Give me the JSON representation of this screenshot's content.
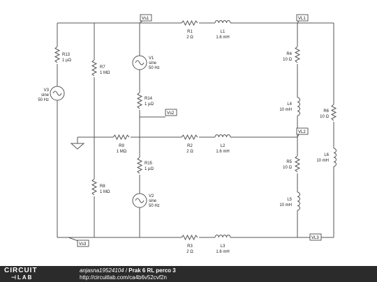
{
  "circuit": {
    "tags": [
      "Vs1",
      "Vs2",
      "Vs3",
      "VL1",
      "VL2",
      "VL3"
    ],
    "components": {
      "R1": {
        "name": "R1",
        "value": "2 Ω"
      },
      "L1": {
        "name": "L1",
        "value": "1.6 mH"
      },
      "R2": {
        "name": "R2",
        "value": "2 Ω"
      },
      "L2": {
        "name": "L2",
        "value": "1.6 mH"
      },
      "R3": {
        "name": "R3",
        "value": "2 Ω"
      },
      "L3": {
        "name": "L3",
        "value": "1.6 mH"
      },
      "R4": {
        "name": "R4",
        "value": "10 Ω"
      },
      "L4": {
        "name": "L4",
        "value": "10 mH"
      },
      "R5": {
        "name": "R5",
        "value": "10 Ω"
      },
      "L5": {
        "name": "L5",
        "value": "10 mH"
      },
      "R6": {
        "name": "R6",
        "value": "10 Ω"
      },
      "L6": {
        "name": "L6",
        "value": "10 mH"
      },
      "R7": {
        "name": "R7",
        "value": "1 MΩ"
      },
      "R8": {
        "name": "R8",
        "value": "1 MΩ"
      },
      "R9": {
        "name": "R9",
        "value": "1 MΩ"
      },
      "R13": {
        "name": "R13",
        "value": "1 µΩ"
      },
      "R14": {
        "name": "R14",
        "value": "1 µΩ"
      },
      "R15": {
        "name": "R15",
        "value": "1 µΩ"
      },
      "V1": {
        "name": "V1",
        "type": "sine",
        "freq": "50 Hz"
      },
      "V2": {
        "name": "V2",
        "type": "sine",
        "freq": "50 Hz"
      },
      "V3": {
        "name": "V3",
        "type": "sine",
        "freq": "50 Hz"
      }
    }
  },
  "footer": {
    "logo_top": "CIRCUIT",
    "logo_bottom_1": "⊣LAB",
    "author": "anjasna19524104",
    "separator": " / ",
    "title": "Prak 6 RL perco 3",
    "url": "http://circuitlab.com/ca4b6v52cvf2n"
  },
  "colors": {
    "wire": "#555555",
    "footer_bg": "#2b2b2b"
  }
}
